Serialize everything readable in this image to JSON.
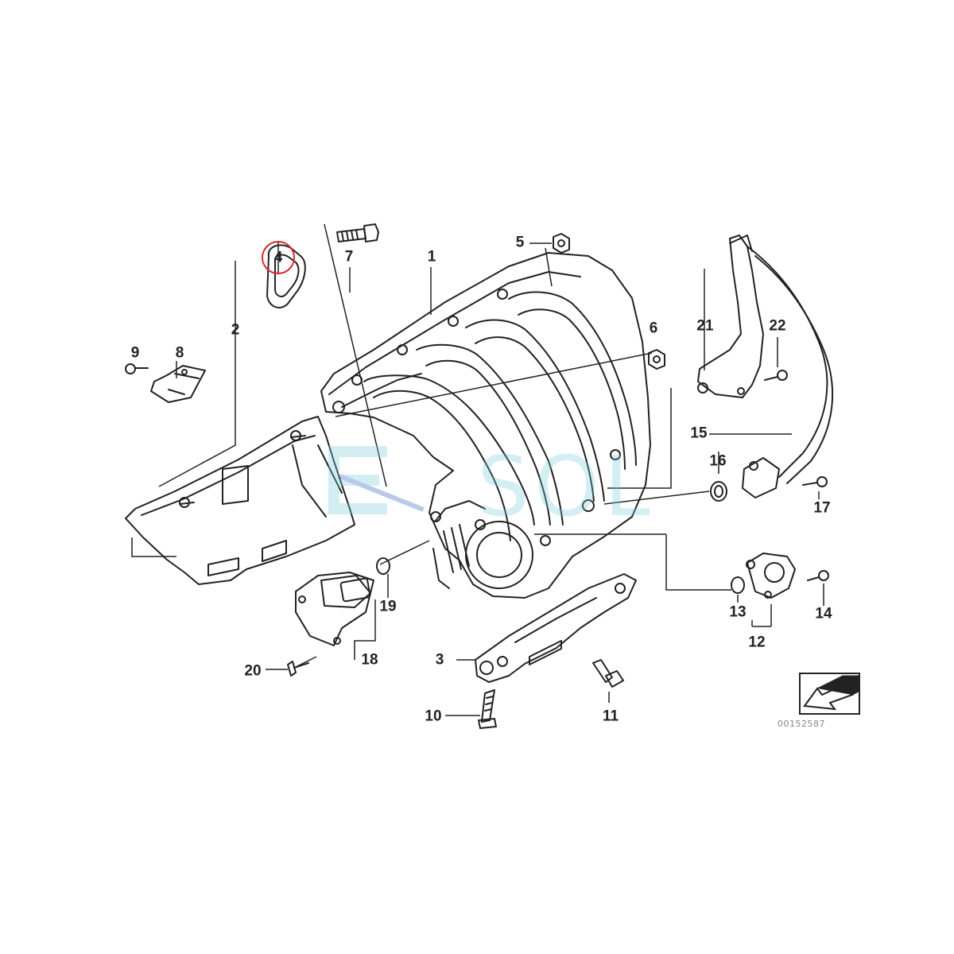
{
  "diagram": {
    "part_labels": [
      {
        "id": "1",
        "label": "1"
      },
      {
        "id": "2",
        "label": "2"
      },
      {
        "id": "3",
        "label": "3"
      },
      {
        "id": "4",
        "label": "4"
      },
      {
        "id": "5",
        "label": "5"
      },
      {
        "id": "6",
        "label": "6"
      },
      {
        "id": "7",
        "label": "7"
      },
      {
        "id": "8",
        "label": "8"
      },
      {
        "id": "9",
        "label": "9"
      },
      {
        "id": "10",
        "label": "10"
      },
      {
        "id": "11",
        "label": "11"
      },
      {
        "id": "12",
        "label": "12"
      },
      {
        "id": "13",
        "label": "13"
      },
      {
        "id": "14",
        "label": "14"
      },
      {
        "id": "15",
        "label": "15"
      },
      {
        "id": "16",
        "label": "16"
      },
      {
        "id": "17",
        "label": "17"
      },
      {
        "id": "18",
        "label": "18"
      },
      {
        "id": "19",
        "label": "19"
      },
      {
        "id": "20",
        "label": "20"
      },
      {
        "id": "21",
        "label": "21"
      },
      {
        "id": "22",
        "label": "22"
      }
    ],
    "highlighted_part": "4",
    "highlight_color": "#e0262b",
    "line_color": "#222222",
    "reference_number": "00152587",
    "watermark": {
      "text": "SOL",
      "color": "#7fcfdc"
    },
    "icons": [
      "view-direction-arrow-icon"
    ]
  }
}
